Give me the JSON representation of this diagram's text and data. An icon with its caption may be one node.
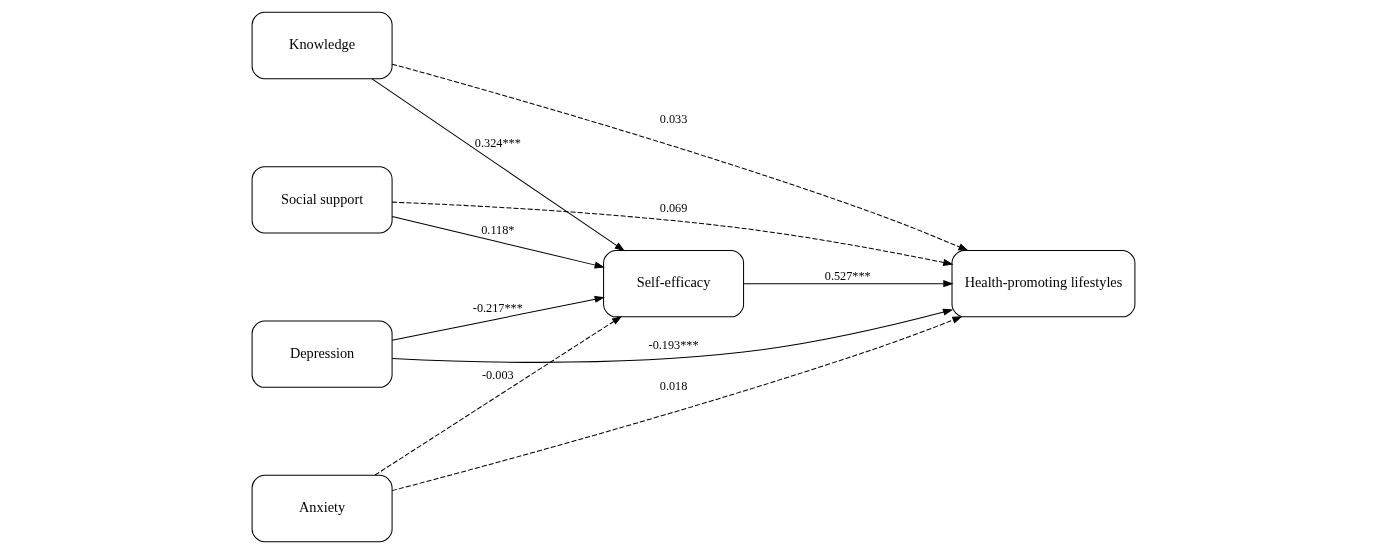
{
  "diagram": {
    "nodes": [
      {
        "text": [
          "Knowledge"
        ]
      },
      {
        "text": [
          "Social support"
        ]
      },
      {
        "text": [
          "Depression"
        ]
      },
      {
        "text": [
          "Anxiety"
        ]
      },
      {
        "text": [
          "Self-efficacy"
        ]
      },
      {
        "text": [
          "Health-promoting lifestyles"
        ]
      }
    ],
    "edges": [
      {
        "from": 0,
        "to": 5,
        "arrow": "to",
        "label": "0.033",
        "style": "dashed"
      },
      {
        "from": 0,
        "to": 4,
        "arrow": "to",
        "label": "0.324***"
      },
      {
        "from": 1,
        "to": 5,
        "arrow": "to",
        "label": "0.069",
        "style": "dashed"
      },
      {
        "from": 1,
        "to": 4,
        "arrow": "to",
        "label": "0.118*"
      },
      {
        "from": 2,
        "to": 5,
        "arrow": "to",
        "label": "-0.193***"
      },
      {
        "from": 2,
        "to": 4,
        "arrow": "to",
        "label": "-0.217***"
      },
      {
        "from": 3,
        "to": 5,
        "arrow": "to",
        "label": "0.018",
        "style": "dashed"
      },
      {
        "from": 3,
        "to": 4,
        "arrow": "to",
        "label": "-0.003",
        "style": "dashed"
      },
      {
        "from": 4,
        "to": 5,
        "arrow": "to",
        "label": "0.527***"
      }
    ]
  }
}
